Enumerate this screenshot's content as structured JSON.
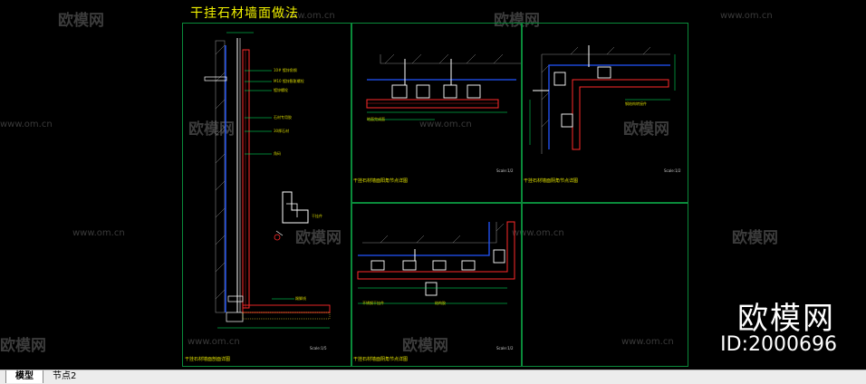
{
  "drawing": {
    "title": "干挂石材墙面做法",
    "detail_captions": [
      "干挂石材墙面剖面详图",
      "干挂石材墙面阳角节点详图",
      "干挂石材墙面阴角节点详图",
      "干挂石材墙面阴角节点详图"
    ],
    "scale_labels": [
      "Scale:1/5",
      "Scale:1/2",
      "Scale:1/2",
      "Scale:1/2"
    ],
    "notes": [
      "10# 镀锌角钢",
      "M10 镀锌膨胀螺栓",
      "镀锌螺栓",
      "石材专用胶",
      "30厚石材",
      "角码",
      "干挂件",
      "踢脚线",
      "地面完成面",
      "钢结构转接件",
      "不锈钢干挂件",
      "结构胶"
    ]
  },
  "watermark": {
    "site": "www.om.cn",
    "logo": "欧模网"
  },
  "branding": {
    "name": "欧模网",
    "id": "ID:2000696"
  },
  "layout_tabs": [
    {
      "label": "模型",
      "active": true
    },
    {
      "label": "节点2",
      "active": false
    }
  ],
  "colors": {
    "background": "#000000",
    "frame": "#0a8a3a",
    "title": "#f2f200",
    "structure": "#ff2a2a",
    "finish": "#2255ff",
    "steel": "#ffffff",
    "annotation": "#00ff66"
  }
}
